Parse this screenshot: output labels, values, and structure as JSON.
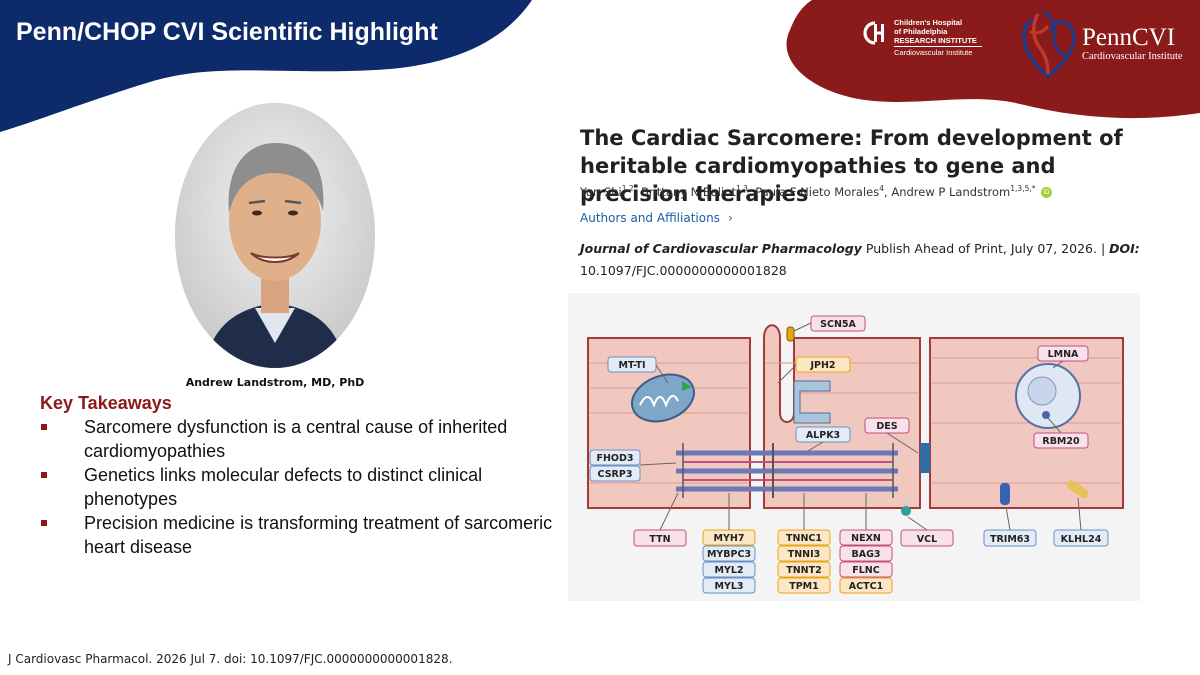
{
  "header": {
    "title": "Penn/CHOP CVI Scientific Highlight",
    "chop_logo": {
      "line1": "Children's Hospital",
      "line2": "of Philadelphia",
      "line3": "RESEARCH INSTITUTE",
      "line4": "Cardiovascular Institute"
    },
    "penncvi_logo": {
      "name": "PennCVI",
      "subtitle": "Cardiovascular Institute"
    },
    "colors": {
      "navy": "#0d2a6b",
      "maroon": "#8b1a1a"
    }
  },
  "portrait": {
    "caption": "Andrew Landstrom, MD, PhD"
  },
  "takeaways": {
    "heading": "Key Takeaways",
    "items": [
      "Sarcomere dysfunction is a central cause of inherited cardiomyopathies",
      "Genetics links molecular defects to distinct clinical phenotypes",
      "Precision medicine is transforming treatment of sarcomeric heart disease"
    ]
  },
  "paper": {
    "title": "The Cardiac Sarcomere: From development of heritable cardiomyopathies to gene and precision therapies",
    "authors": [
      {
        "name": "Yun Shi",
        "sup": "1,2"
      },
      {
        "name": "Brittany N Balint",
        "sup": "1,3"
      },
      {
        "name": "Paula F Nieto Morales",
        "sup": "4"
      },
      {
        "name": "Andrew P Landstrom",
        "sup": "1,3,5,*"
      }
    ],
    "orcid_label": "iD",
    "affiliations_link": "Authors and Affiliations",
    "journal": "Journal of Cardiovascular Pharmacology",
    "publish_text": "Publish Ahead of Print, July 07, 2026.",
    "doi_separator": "|",
    "doi_label": "DOI:",
    "doi": "10.1097/FJC.0000000000001828"
  },
  "diagram": {
    "labels": {
      "scn5a": "SCN5A",
      "mtti": "MT-TI",
      "jph2": "JPH2",
      "lmna": "LMNA",
      "alpk3": "ALPK3",
      "des": "DES",
      "rbm20": "RBM20",
      "fhod3": "FHOD3",
      "csrp3": "CSRP3",
      "ttn": "TTN",
      "myh7": "MYH7",
      "mybpc3": "MYBPC3",
      "myl2": "MYL2",
      "myl3": "MYL3",
      "tnnc1": "TNNC1",
      "tnni3": "TNNI3",
      "tnnt2": "TNNT2",
      "tpm1": "TPM1",
      "nexn": "NEXN",
      "bag3": "BAG3",
      "flnc": "FLNC",
      "actc1": "ACTC1",
      "vcl": "VCL",
      "trim63": "TRIM63",
      "klhl24": "KLHL24"
    }
  },
  "footer": {
    "citation": "J Cardiovasc Pharmacol. 2026 Jul 7. doi: 10.1097/FJC.0000000000001828."
  }
}
